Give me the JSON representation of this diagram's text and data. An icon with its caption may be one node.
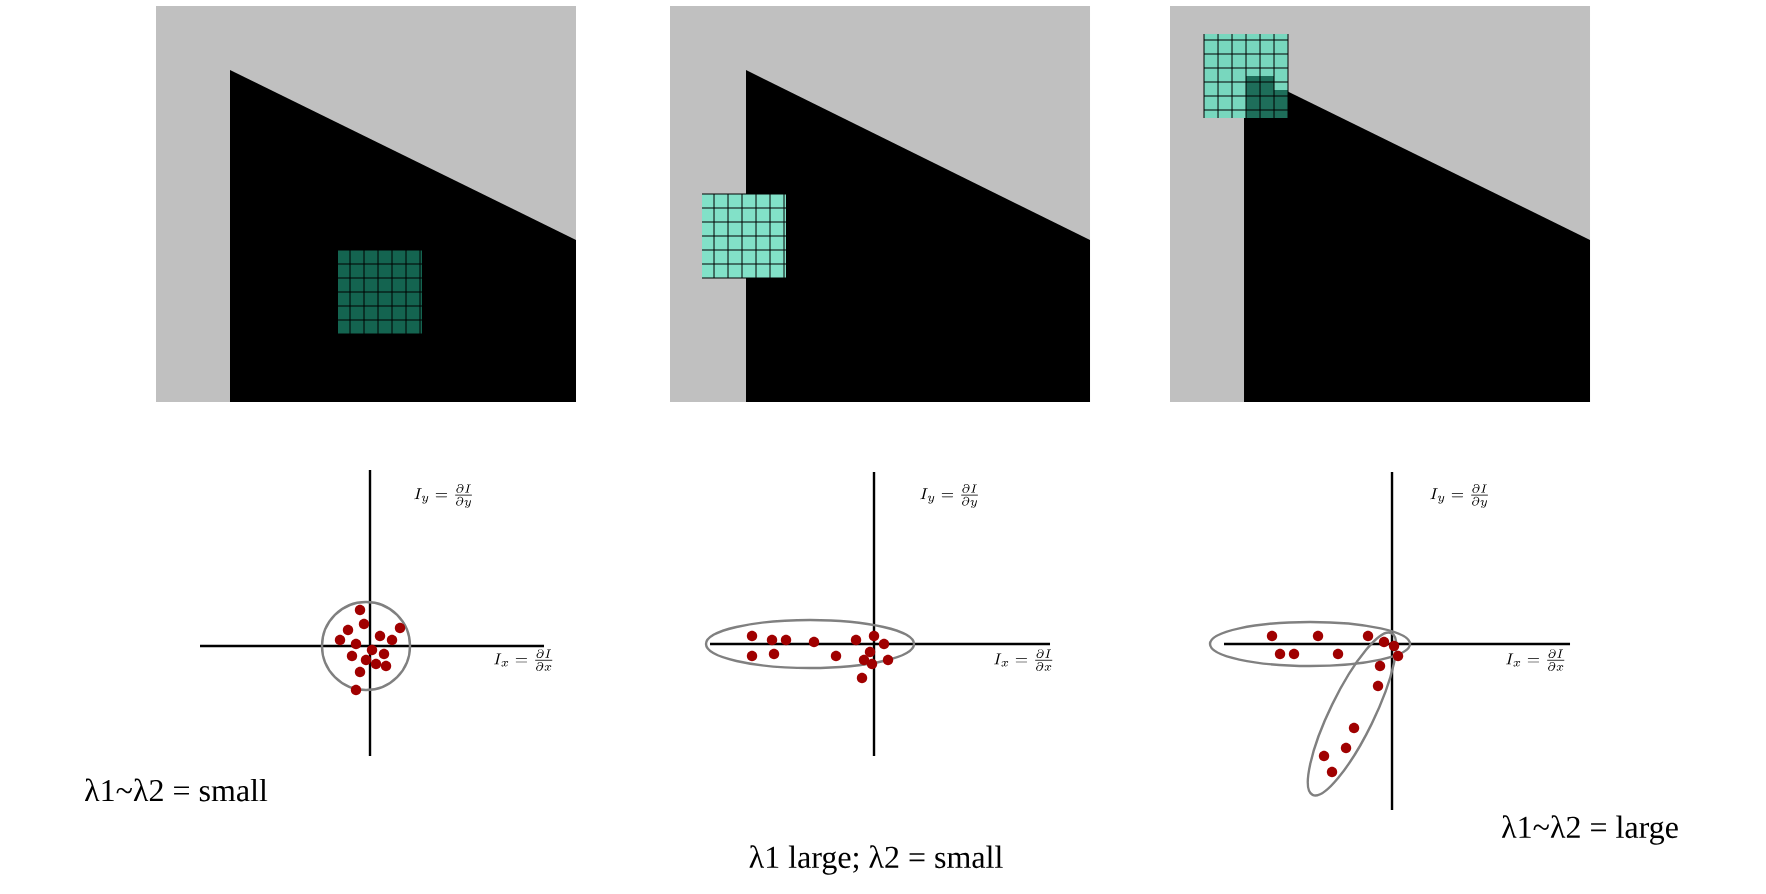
{
  "diagram": {
    "labels": [
      "I_y = \\frac{\\partial I}{\\partial y}",
      "I_y = \\frac{\\partial I}{\\partial y}",
      "I_y = \\frac{\\partial I}{\\partial y}",
      "I_x = \\frac{\\partial I}{\\partial x}",
      "I_x = \\frac{\\partial I}{\\partial x}",
      "I_x = \\frac{\\partial I}{\\partial x}",
      "λ1~λ2 = small",
      "λ1 large; λ2 = small",
      "λ1~λ2 = large"
    ]
  }
}
